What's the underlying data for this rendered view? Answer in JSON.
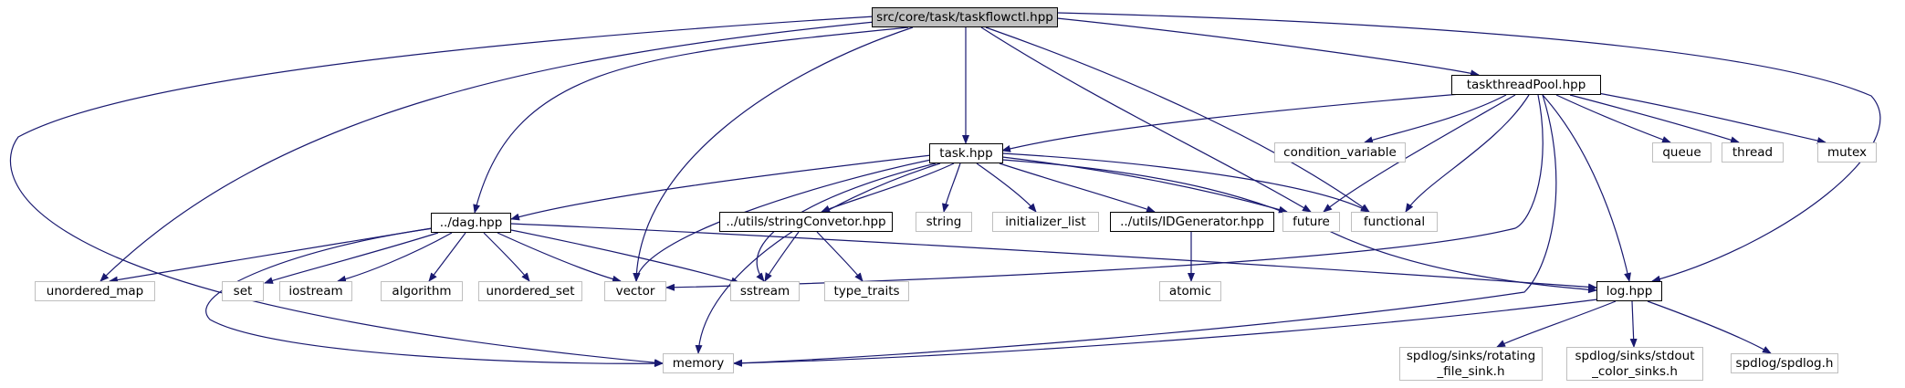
{
  "diagram": {
    "type": "include-dependency-graph",
    "nodes": [
      {
        "id": "root",
        "label": "src/core/task/taskflowctl.hpp",
        "kind": "root"
      },
      {
        "id": "threadpool",
        "label": "taskthreadPool.hpp",
        "kind": "doc"
      },
      {
        "id": "task",
        "label": "task.hpp",
        "kind": "doc"
      },
      {
        "id": "dag",
        "label": "../dag.hpp",
        "kind": "doc"
      },
      {
        "id": "strconv",
        "label": "../utils/stringConvetor.hpp",
        "kind": "doc"
      },
      {
        "id": "idgen",
        "label": "../utils/IDGenerator.hpp",
        "kind": "doc"
      },
      {
        "id": "log",
        "label": "log.hpp",
        "kind": "doc"
      },
      {
        "id": "cond",
        "label": "condition_variable",
        "kind": "sys"
      },
      {
        "id": "queue",
        "label": "queue",
        "kind": "sys"
      },
      {
        "id": "thread",
        "label": "thread",
        "kind": "sys"
      },
      {
        "id": "mutex",
        "label": "mutex",
        "kind": "sys"
      },
      {
        "id": "string",
        "label": "string",
        "kind": "sys"
      },
      {
        "id": "initlist",
        "label": "initializer_list",
        "kind": "sys"
      },
      {
        "id": "future",
        "label": "future",
        "kind": "sys"
      },
      {
        "id": "functional",
        "label": "functional",
        "kind": "sys"
      },
      {
        "id": "umap",
        "label": "unordered_map",
        "kind": "sys"
      },
      {
        "id": "set",
        "label": "set",
        "kind": "sys"
      },
      {
        "id": "iostream",
        "label": "iostream",
        "kind": "sys"
      },
      {
        "id": "algorithm",
        "label": "algorithm",
        "kind": "sys"
      },
      {
        "id": "uset",
        "label": "unordered_set",
        "kind": "sys"
      },
      {
        "id": "vector",
        "label": "vector",
        "kind": "sys"
      },
      {
        "id": "sstream",
        "label": "sstream",
        "kind": "sys"
      },
      {
        "id": "typetraits",
        "label": "type_traits",
        "kind": "sys"
      },
      {
        "id": "atomic",
        "label": "atomic",
        "kind": "sys"
      },
      {
        "id": "memory",
        "label": "memory",
        "kind": "sys"
      },
      {
        "id": "rotating",
        "label": "spdlog/sinks/rotating\n_file_sink.h",
        "kind": "sys"
      },
      {
        "id": "stdoutsinks",
        "label": "spdlog/sinks/stdout\n_color_sinks.h",
        "kind": "sys"
      },
      {
        "id": "spdlog",
        "label": "spdlog/spdlog.h",
        "kind": "sys"
      }
    ],
    "edges": [
      [
        "root",
        "threadpool"
      ],
      [
        "root",
        "task"
      ],
      [
        "root",
        "dag"
      ],
      [
        "root",
        "log"
      ],
      [
        "root",
        "umap"
      ],
      [
        "root",
        "memory"
      ],
      [
        "root",
        "vector"
      ],
      [
        "root",
        "future"
      ],
      [
        "root",
        "functional"
      ],
      [
        "threadpool",
        "task"
      ],
      [
        "threadpool",
        "log"
      ],
      [
        "threadpool",
        "cond"
      ],
      [
        "threadpool",
        "queue"
      ],
      [
        "threadpool",
        "thread"
      ],
      [
        "threadpool",
        "mutex"
      ],
      [
        "threadpool",
        "future"
      ],
      [
        "threadpool",
        "functional"
      ],
      [
        "threadpool",
        "vector"
      ],
      [
        "threadpool",
        "memory"
      ],
      [
        "task",
        "dag"
      ],
      [
        "task",
        "strconv"
      ],
      [
        "task",
        "idgen"
      ],
      [
        "task",
        "log"
      ],
      [
        "task",
        "string"
      ],
      [
        "task",
        "initlist"
      ],
      [
        "task",
        "future"
      ],
      [
        "task",
        "functional"
      ],
      [
        "task",
        "vector"
      ],
      [
        "task",
        "sstream"
      ],
      [
        "task",
        "memory"
      ],
      [
        "dag",
        "log"
      ],
      [
        "dag",
        "umap"
      ],
      [
        "dag",
        "set"
      ],
      [
        "dag",
        "iostream"
      ],
      [
        "dag",
        "algorithm"
      ],
      [
        "dag",
        "uset"
      ],
      [
        "dag",
        "vector"
      ],
      [
        "dag",
        "sstream"
      ],
      [
        "dag",
        "memory"
      ],
      [
        "strconv",
        "sstream"
      ],
      [
        "strconv",
        "typetraits"
      ],
      [
        "idgen",
        "atomic"
      ],
      [
        "log",
        "memory"
      ],
      [
        "log",
        "rotating"
      ],
      [
        "log",
        "stdoutsinks"
      ],
      [
        "log",
        "spdlog"
      ]
    ],
    "colors": {
      "edge": "#191970",
      "doc_border": "#000000",
      "sys_border": "#bfbfbf",
      "root_fill": "#bfbfbf"
    }
  }
}
